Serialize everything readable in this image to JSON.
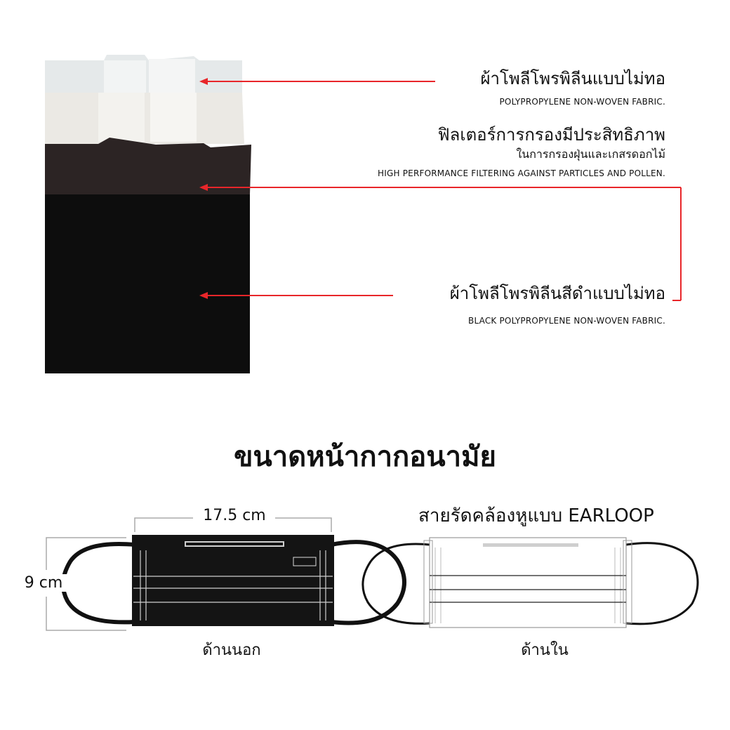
{
  "layers": [
    {
      "thai": "ผ้าโพลีโพรพิลีนแบบไม่ทอ",
      "english": "POLYPROPYLENE NON-WOVEN FABRIC."
    },
    {
      "thai": "ฟิลเตอร์การกรองมีประสิทธิภาพ",
      "thai_sub": "ในการกรองฝุ่นและเกสรดอกไม้",
      "english": "HIGH PERFORMANCE FILTERING AGAINST PARTICLES AND POLLEN."
    },
    {
      "thai": "ผ้าโพลีโพรพิลีนสีดำแบบไม่ทอ",
      "english": "BLACK POLYPROPYLENE NON-WOVEN FABRIC."
    }
  ],
  "size": {
    "title": "ขนาดหน้ากากอนามัย",
    "width_label": "17.5 cm",
    "height_label": "9 cm",
    "earloop_label": "สายรัดคล้องหูแบบ EARLOOP",
    "outer_label": "ด้านนอก",
    "inner_label": "ด้านใน"
  },
  "colors": {
    "arrow": "#e8262a",
    "mask_black": "#141414"
  }
}
